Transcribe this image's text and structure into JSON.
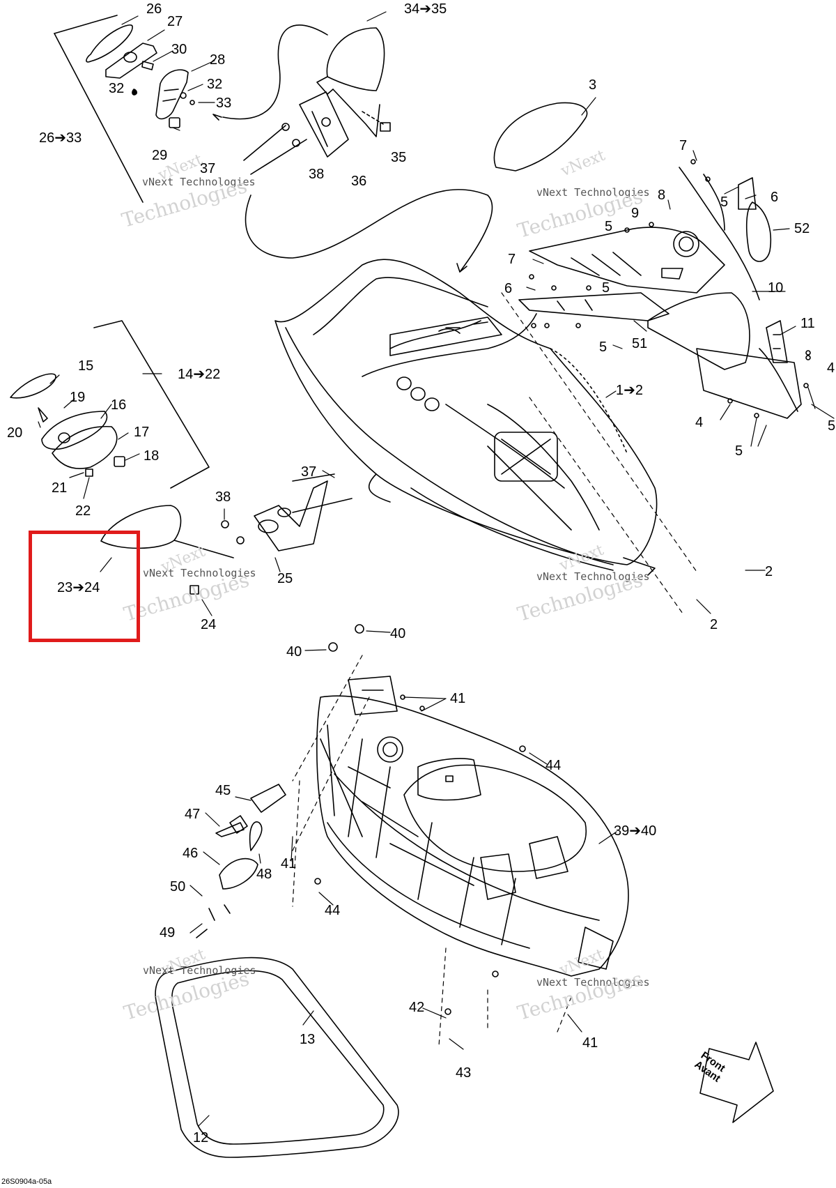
{
  "diagram": {
    "code": "26S0904a-05a",
    "watermark_line1": "vNext",
    "watermark_line2": "vNext Technologies",
    "watermark_line3": "Technologies",
    "direction_line1": "Front",
    "direction_line2": "Avant",
    "highlight_label": "23➔24",
    "highlight_color": "#e01b1b",
    "callouts": {
      "c26": "26",
      "c27": "27",
      "c30": "30",
      "c28": "28",
      "c32a": "32",
      "c32b": "32",
      "c33": "33",
      "c29": "29",
      "c26to33": "26➔33",
      "c37a": "37",
      "c38a": "38",
      "c36": "36",
      "c35": "35",
      "c34to35": "34➔35",
      "c3": "3",
      "c7a": "7",
      "c8": "8",
      "c9": "9",
      "c5a": "5",
      "c6a": "6",
      "c5b": "5",
      "c52": "52",
      "c7b": "7",
      "c6b": "6",
      "c5c": "5",
      "c10": "10",
      "c5d": "5",
      "c51": "51",
      "c11": "11",
      "c4a": "4",
      "c4b": "4",
      "c5e": "5",
      "c5f": "5",
      "c1to2": "1➔2",
      "c2a": "2",
      "c2b": "2",
      "c15": "15",
      "c19": "19",
      "c16": "16",
      "c20": "20",
      "c17": "17",
      "c18": "18",
      "c21": "21",
      "c22": "22",
      "c14to22": "14➔22",
      "c37b": "37",
      "c38b": "38",
      "c25": "25",
      "c24": "24",
      "c40a": "40",
      "c40b": "40",
      "c41a": "41",
      "c44a": "44",
      "c45": "45",
      "c47": "47",
      "c46": "46",
      "c48": "48",
      "c41b": "41",
      "c50": "50",
      "c49": "49",
      "c44b": "44",
      "c39to40": "39➔40",
      "c42": "42",
      "c43": "43",
      "c41c": "41",
      "c13": "13",
      "c12": "12"
    }
  }
}
